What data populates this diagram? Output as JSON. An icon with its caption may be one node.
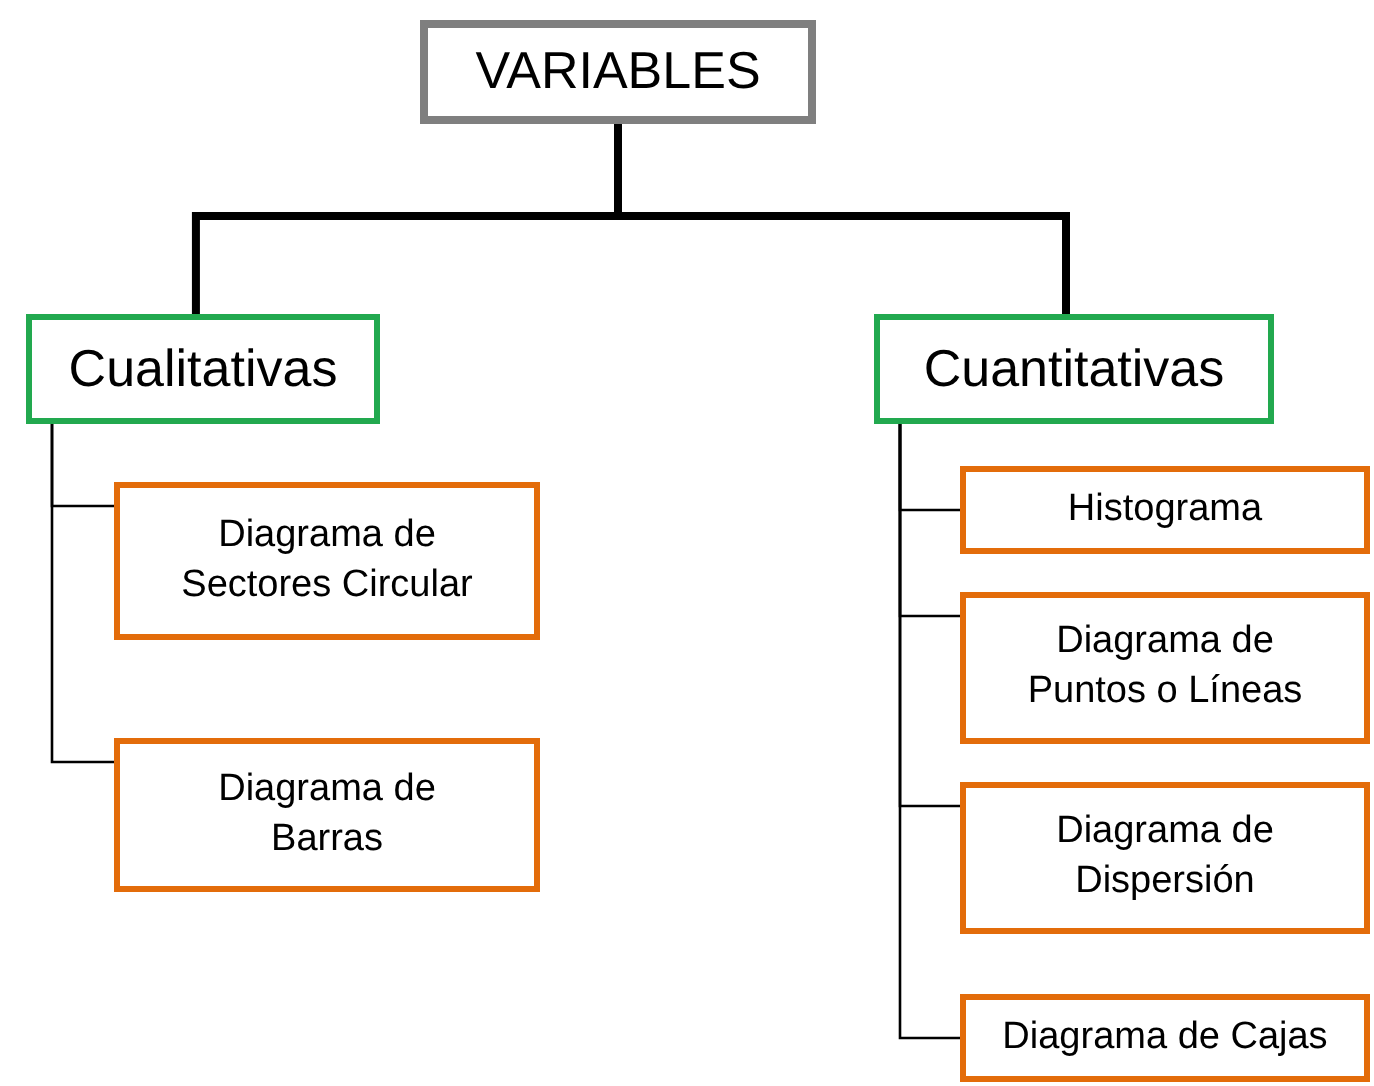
{
  "diagram": {
    "nodes": [
      {
        "text": [
          "VARIABLES"
        ]
      },
      {
        "text": [
          "Cualitativas"
        ]
      },
      {
        "text": [
          "Cuantitativas"
        ]
      },
      {
        "text": [
          "Diagrama de Sectores Circular"
        ]
      },
      {
        "text": [
          "Diagrama de Barras"
        ]
      },
      {
        "text": [
          "Histograma"
        ]
      },
      {
        "text": [
          "Diagrama de Puntos o Líneas"
        ]
      },
      {
        "text": [
          "Diagrama de Dispersión"
        ]
      },
      {
        "text": [
          "Diagrama de Cajas"
        ]
      }
    ],
    "edges": [
      {
        "from": 0,
        "to": 1,
        "arrow": "none",
        "style": "thick"
      },
      {
        "from": 0,
        "to": 2,
        "arrow": "none",
        "style": "thick"
      },
      {
        "from": 1,
        "to": 3,
        "arrow": "none"
      },
      {
        "from": 1,
        "to": 4,
        "arrow": "none"
      },
      {
        "from": 2,
        "to": 5,
        "arrow": "none"
      },
      {
        "from": 2,
        "to": 6,
        "arrow": "none"
      },
      {
        "from": 2,
        "to": 7,
        "arrow": "none"
      },
      {
        "from": 2,
        "to": 8,
        "arrow": "none"
      }
    ]
  }
}
